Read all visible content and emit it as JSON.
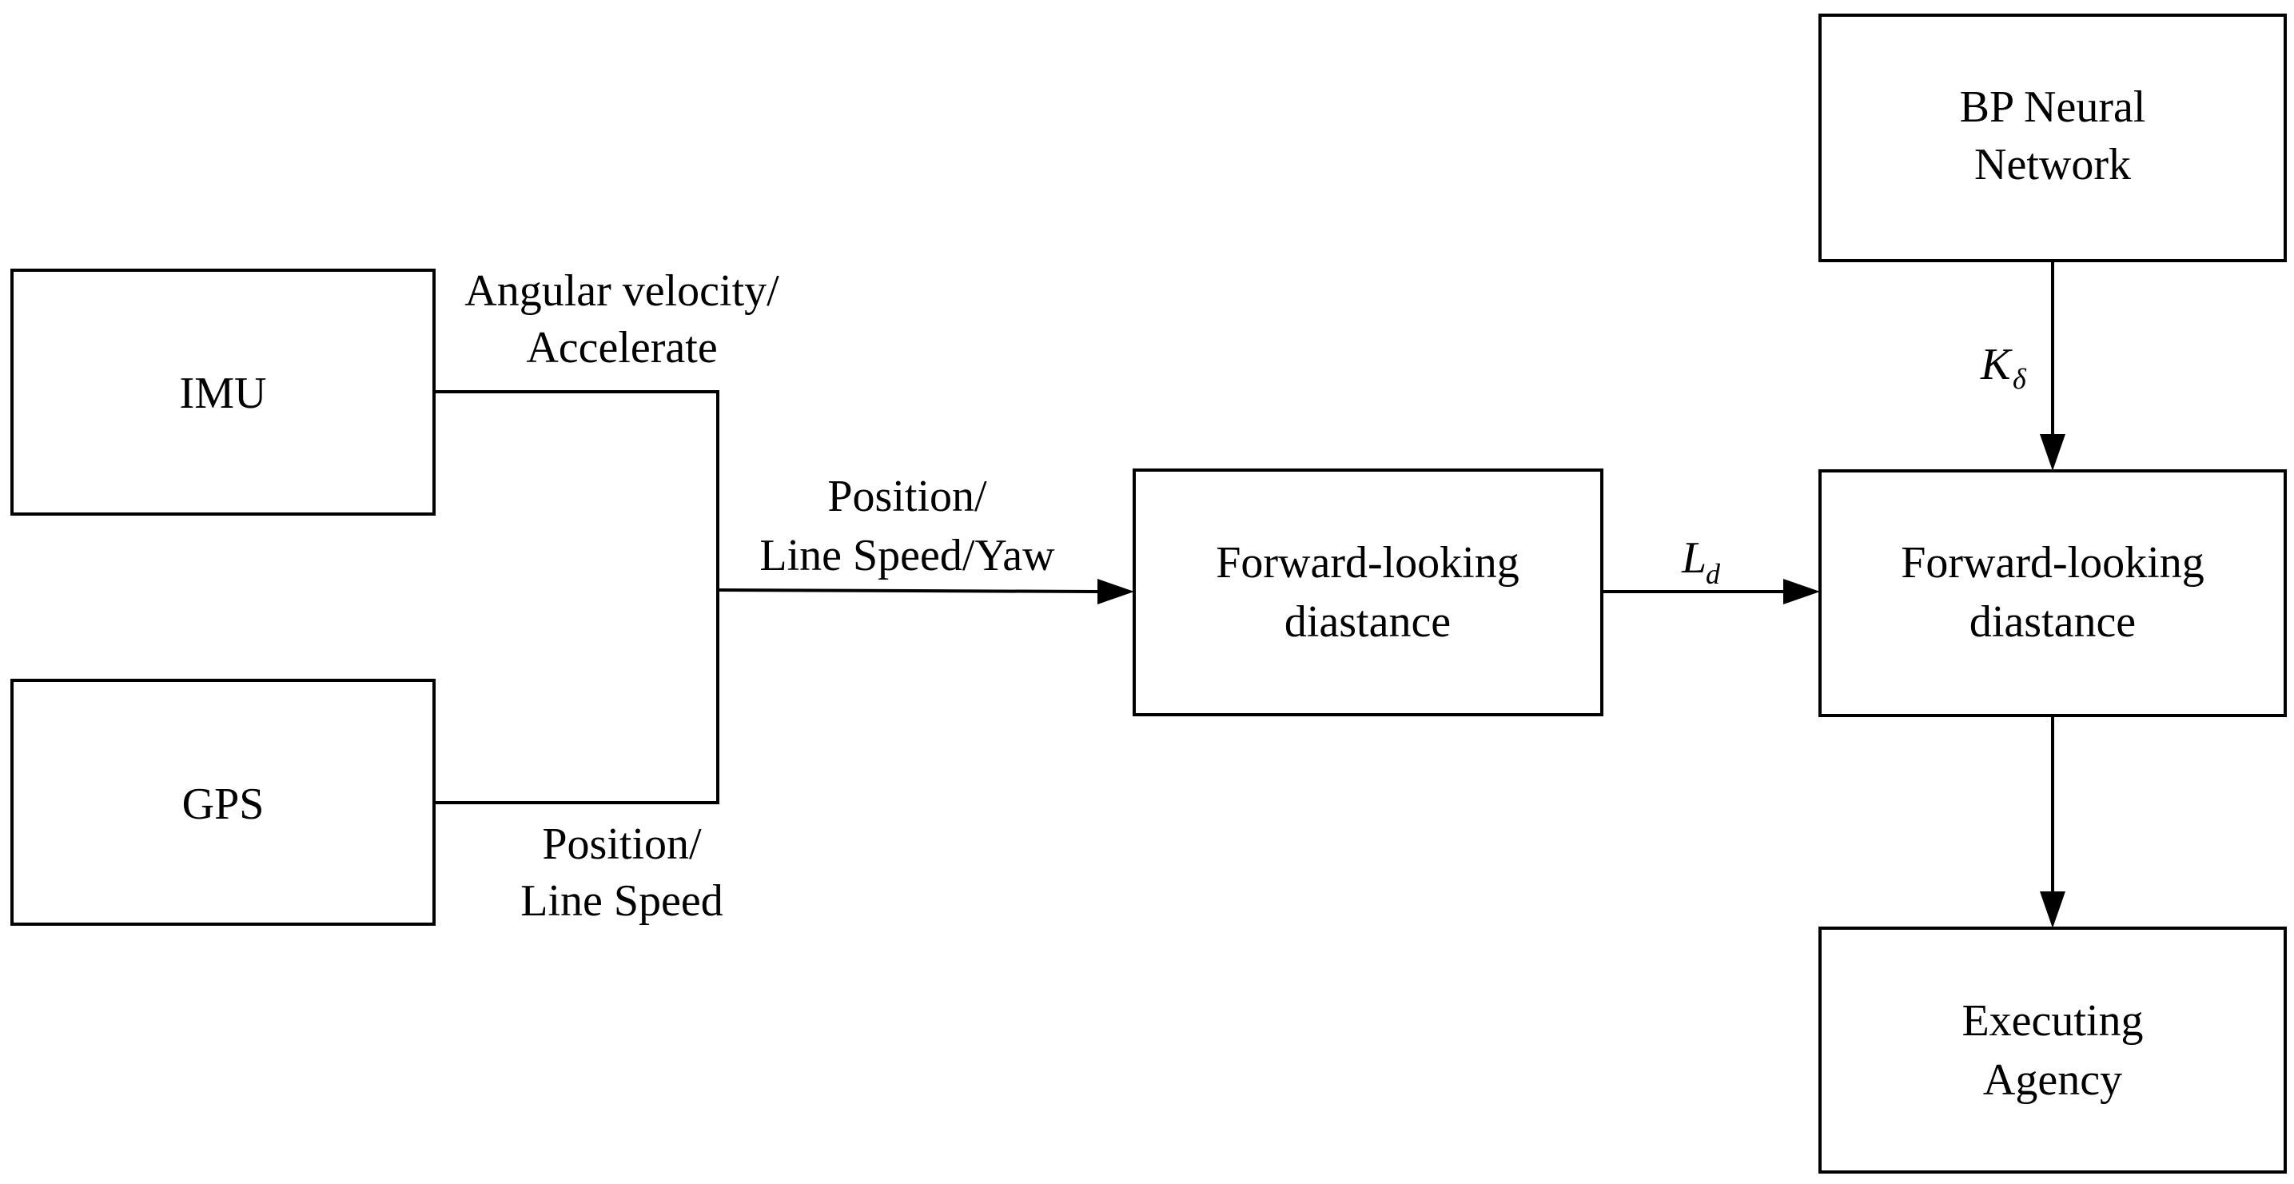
{
  "blocks": {
    "imu": {
      "label": "IMU"
    },
    "gps": {
      "label": "GPS"
    },
    "forward_center": {
      "line1": "Forward-looking",
      "line2": "diastance"
    },
    "bp_network": {
      "line1": "BP Neural",
      "line2": "Network"
    },
    "forward_right": {
      "line1": "Forward-looking",
      "line2": "diastance"
    },
    "executing_agency": {
      "line1": "Executing",
      "line2": "Agency"
    }
  },
  "signals": {
    "imu_output": {
      "line1": "Angular velocity/",
      "line2": "Accelerate"
    },
    "gps_output": {
      "line1": "Position/",
      "line2": "Line Speed"
    },
    "merged": {
      "line1": "Position/",
      "line2": "Line Speed/Yaw"
    },
    "ld": {
      "symbol": "L",
      "subscript": "d"
    },
    "k_delta": {
      "symbol": "K",
      "subscript": "δ"
    }
  }
}
